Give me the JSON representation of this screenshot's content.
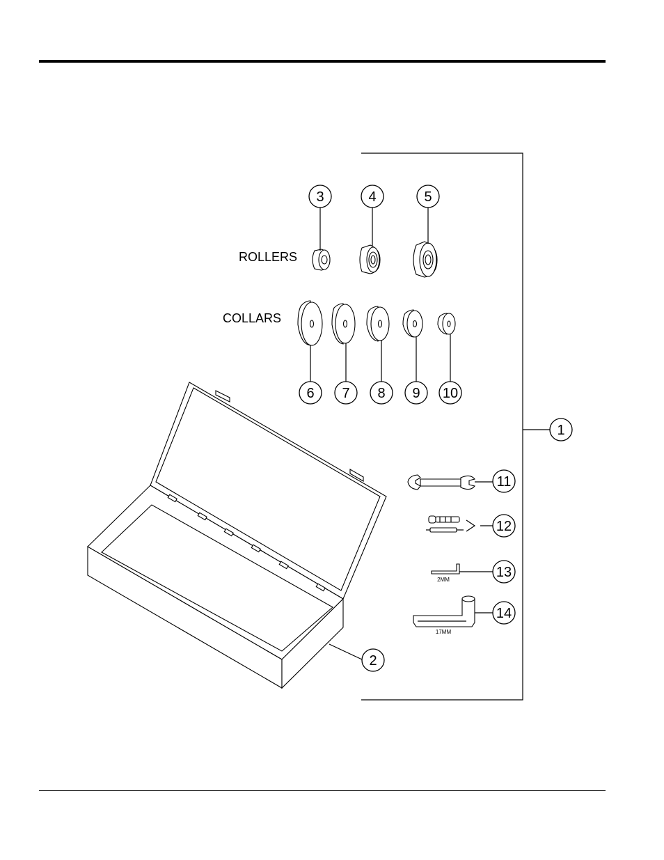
{
  "labels": {
    "rollers": "ROLLERS",
    "collars": "COLLARS",
    "wrench_size_small": "2MM",
    "wrench_size_large": "17MM"
  },
  "callouts": [
    "1",
    "2",
    "3",
    "4",
    "5",
    "6",
    "7",
    "8",
    "9",
    "10",
    "11",
    "12",
    "13",
    "14"
  ]
}
